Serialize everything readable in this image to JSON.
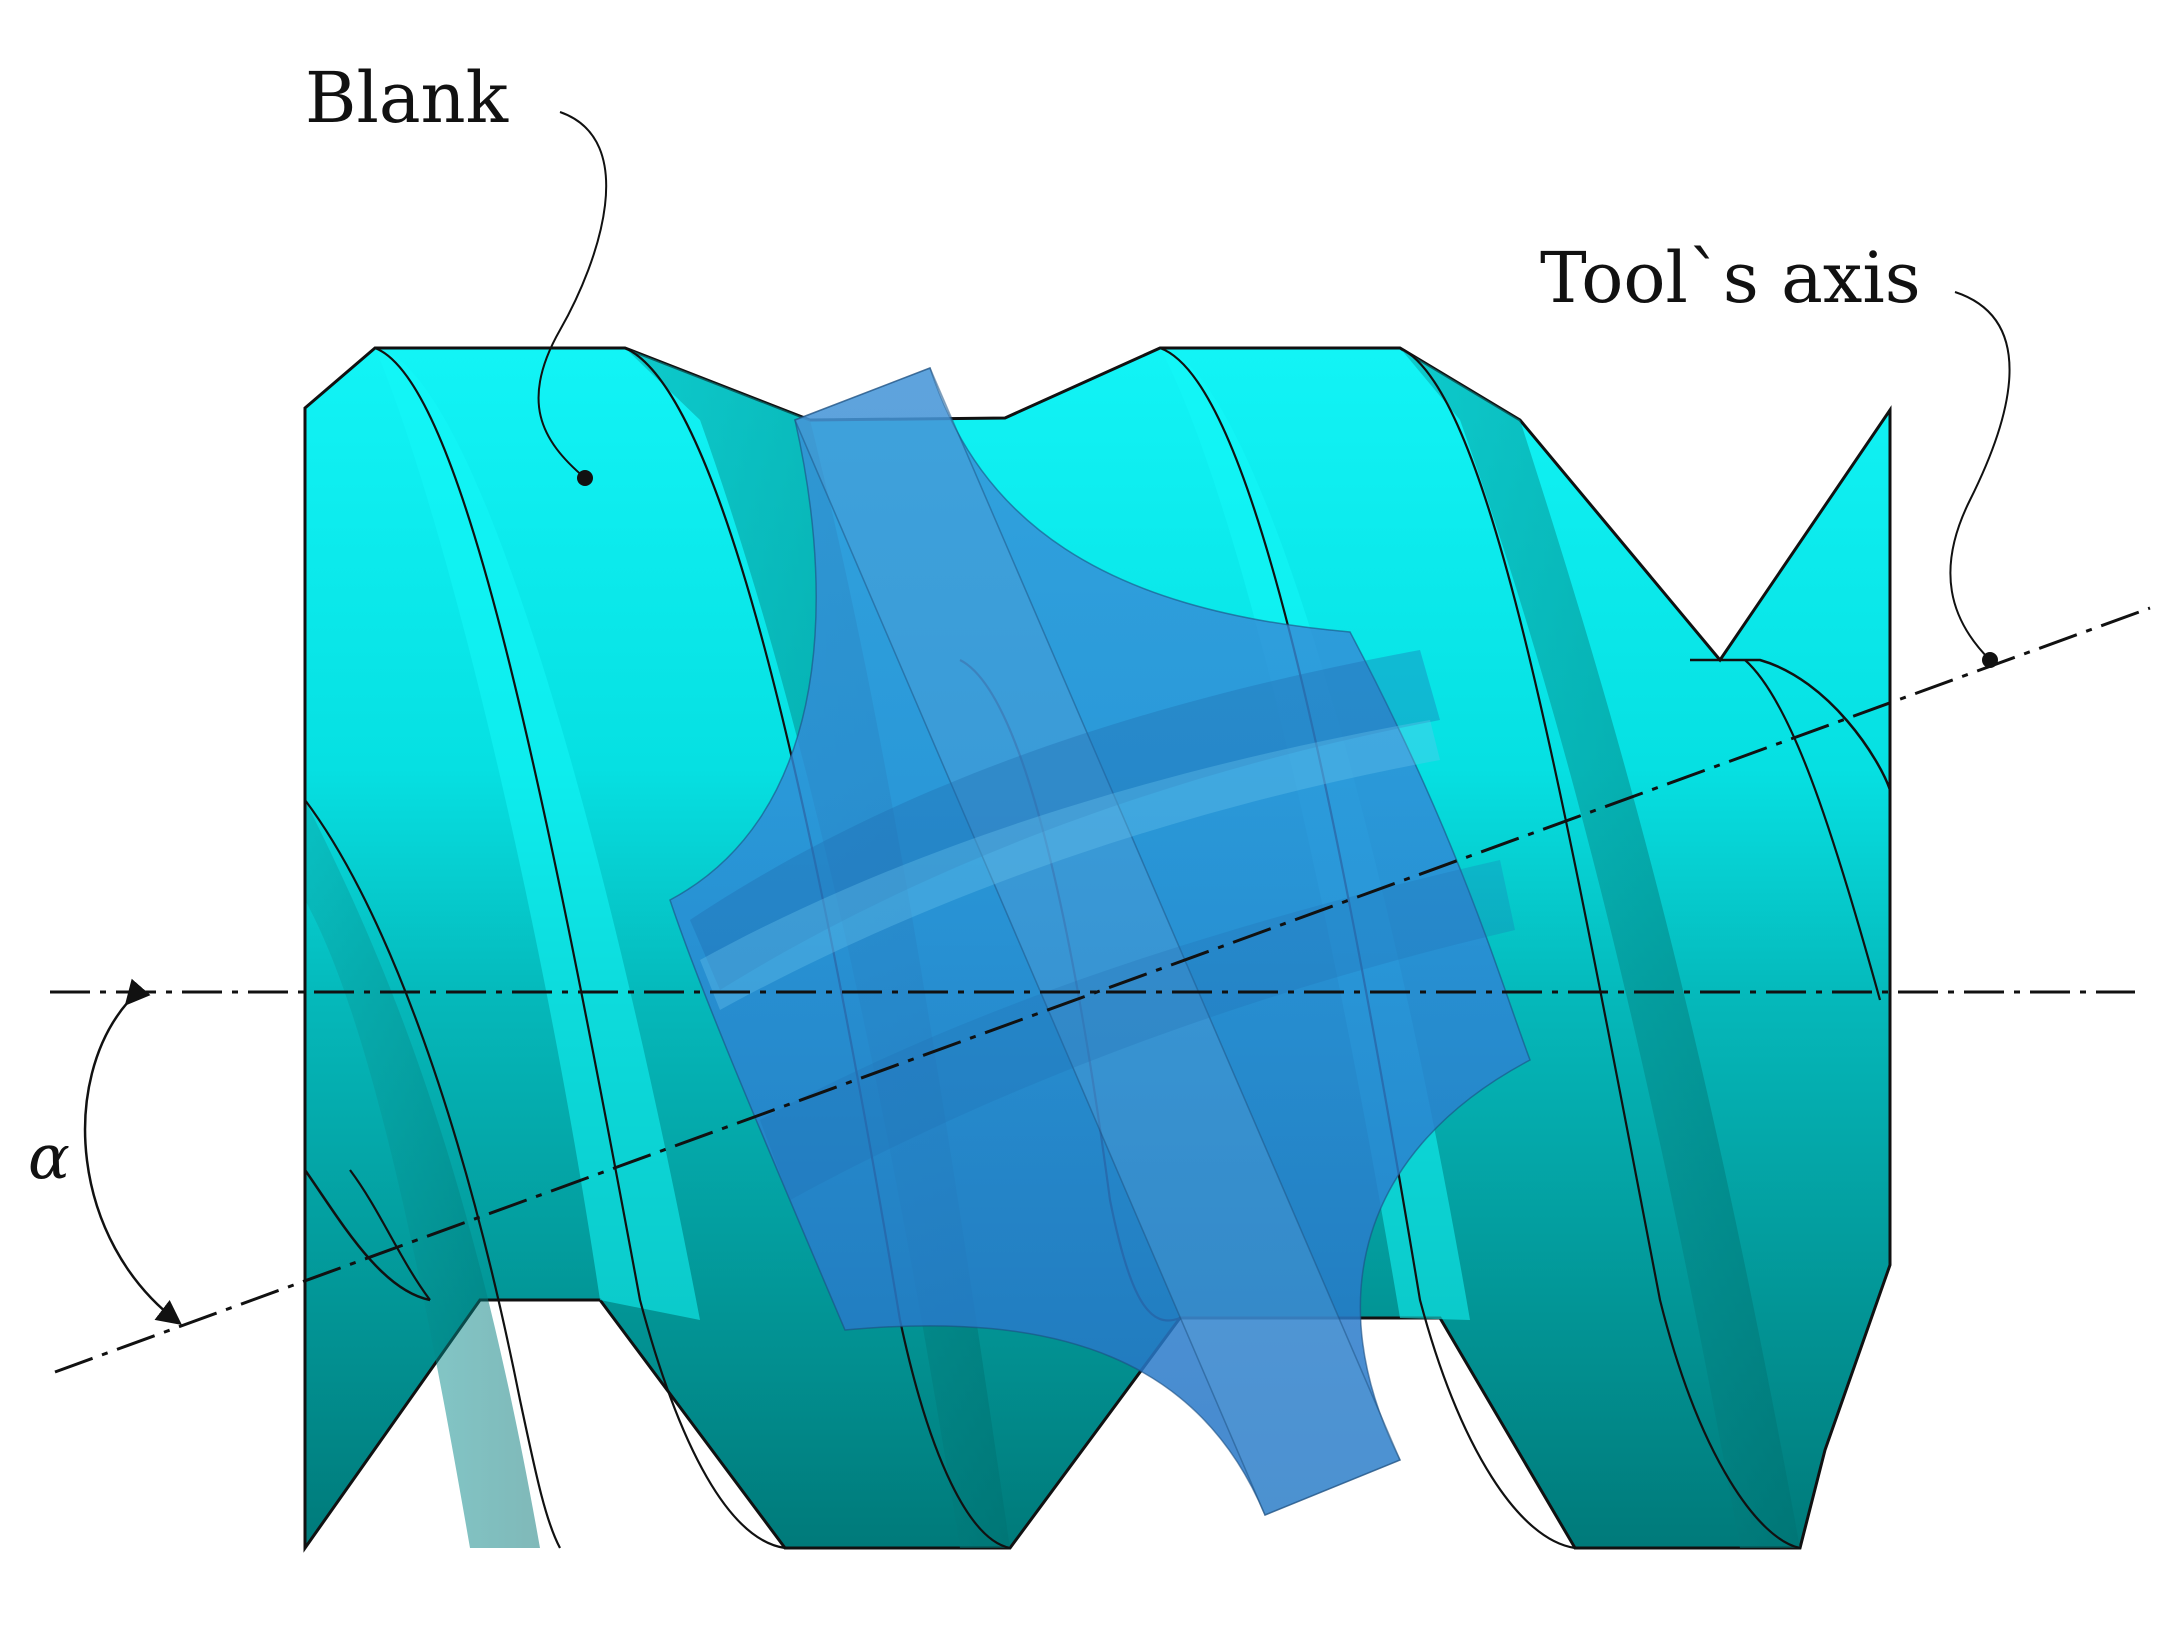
{
  "labels": {
    "blank": "Blank",
    "tool_axis": "Tool`s axis",
    "angle": "α"
  },
  "colors": {
    "blank_light": "#12f0f2",
    "blank_mid": "#06c9cc",
    "blank_dark": "#008080",
    "tool": "#2e7fcf",
    "line": "#111111"
  }
}
